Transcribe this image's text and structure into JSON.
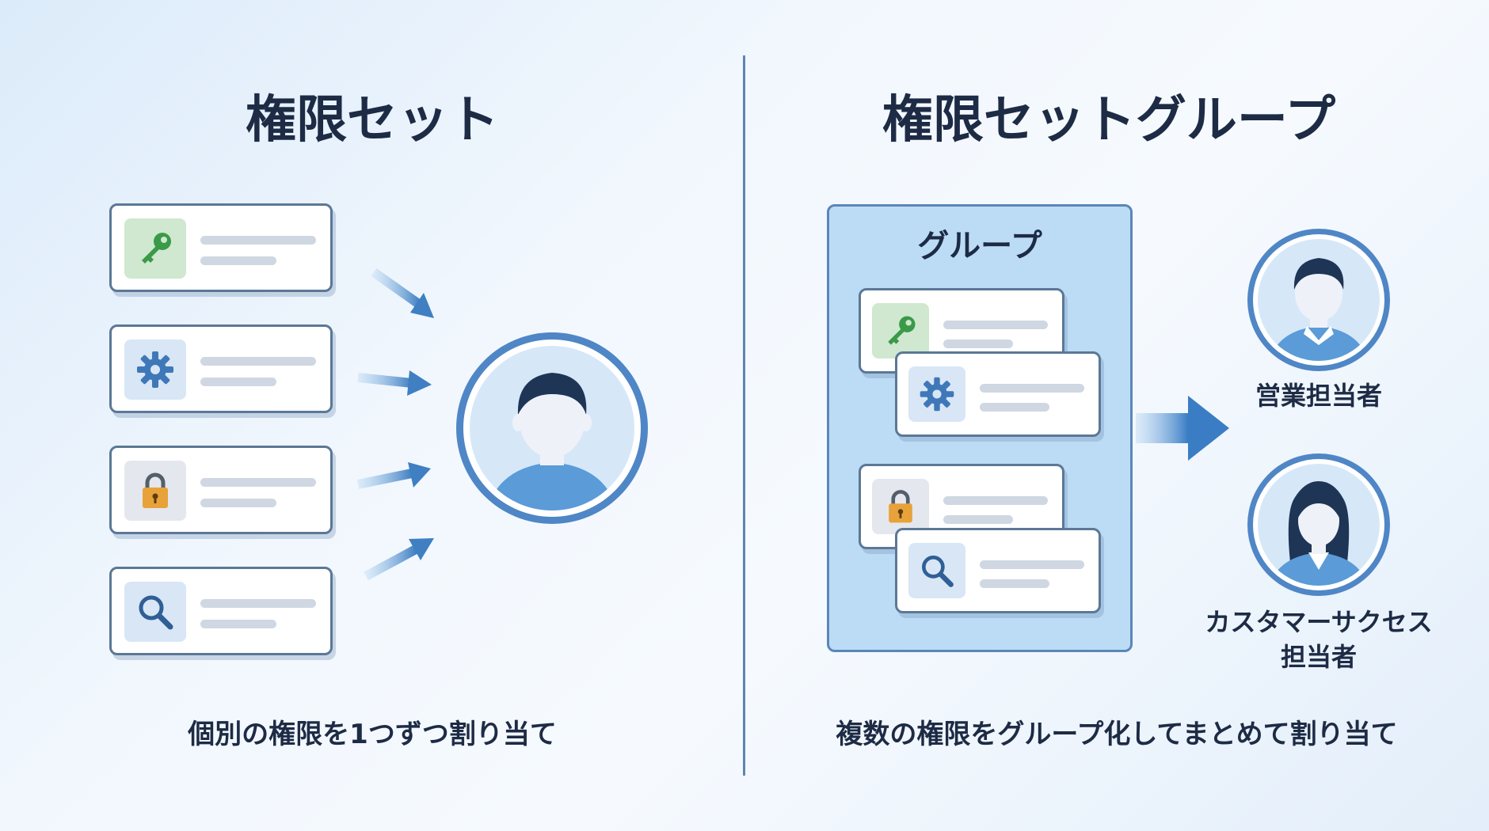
{
  "left": {
    "title": "権限セット",
    "caption": "個別の権限を1つずつ割り当て",
    "cards": [
      {
        "icon": "key-icon",
        "color": "#3a9a48"
      },
      {
        "icon": "gear-icon",
        "color": "#3f78b8"
      },
      {
        "icon": "lock-icon",
        "color": "#e8a23a"
      },
      {
        "icon": "search-icon",
        "color": "#3f78b8"
      }
    ]
  },
  "right": {
    "title": "権限セットグループ",
    "group_label": "グループ",
    "caption": "複数の権限をグループ化してまとめて割り当て",
    "cards": [
      {
        "icon": "key-icon"
      },
      {
        "icon": "gear-icon"
      },
      {
        "icon": "lock-icon"
      },
      {
        "icon": "search-icon"
      }
    ],
    "persons": [
      {
        "label_line1": "営業担当者",
        "label_line2": ""
      },
      {
        "label_line1": "カスタマーサクセス",
        "label_line2": "担当者"
      }
    ]
  },
  "colors": {
    "accent": "#3f78b8",
    "title": "#1d2b45",
    "key": "#3a9a48",
    "lock": "#e8a23a",
    "avatar_ring": "#4f86c6"
  }
}
